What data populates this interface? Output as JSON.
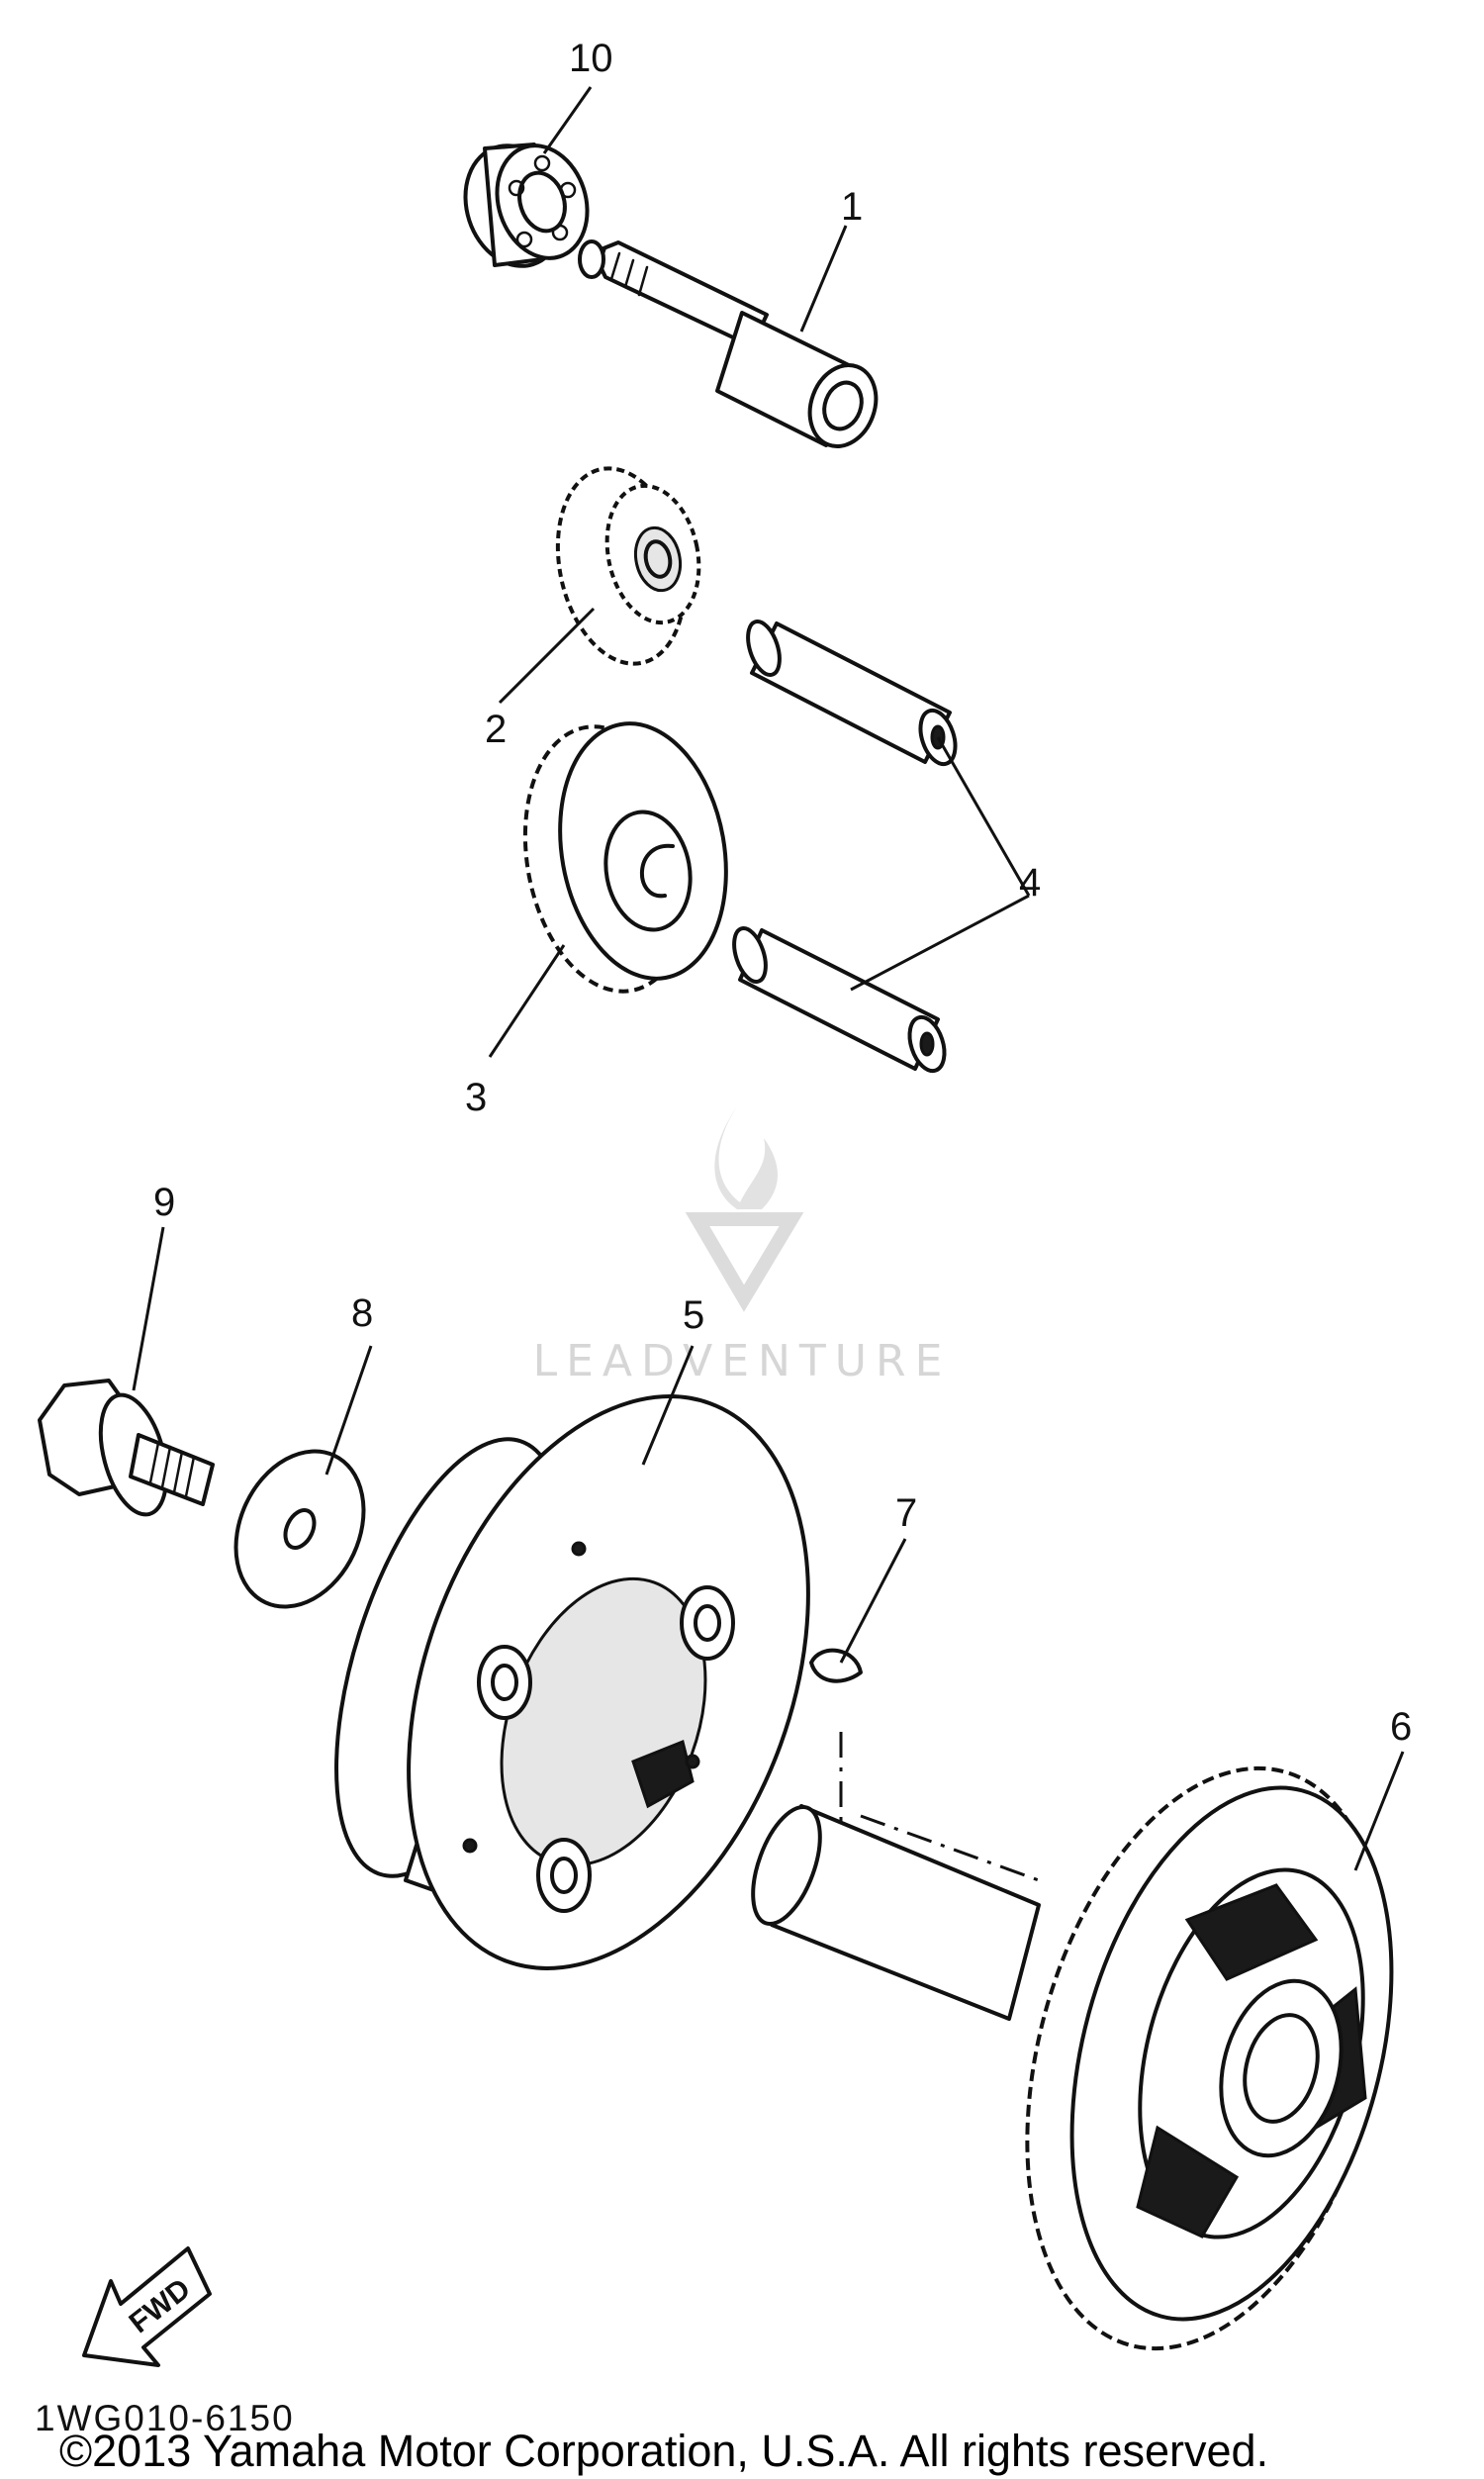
{
  "diagram": {
    "callouts": [
      "1",
      "2",
      "3",
      "4",
      "5",
      "6",
      "7",
      "8",
      "9",
      "10"
    ],
    "fwd_label": "FWD",
    "drawing_code": "1WG010-6150",
    "watermark": "LEADVENTURE",
    "copyright": "©2013 Yamaha Motor Corporation, U.S.A. All rights reserved."
  }
}
